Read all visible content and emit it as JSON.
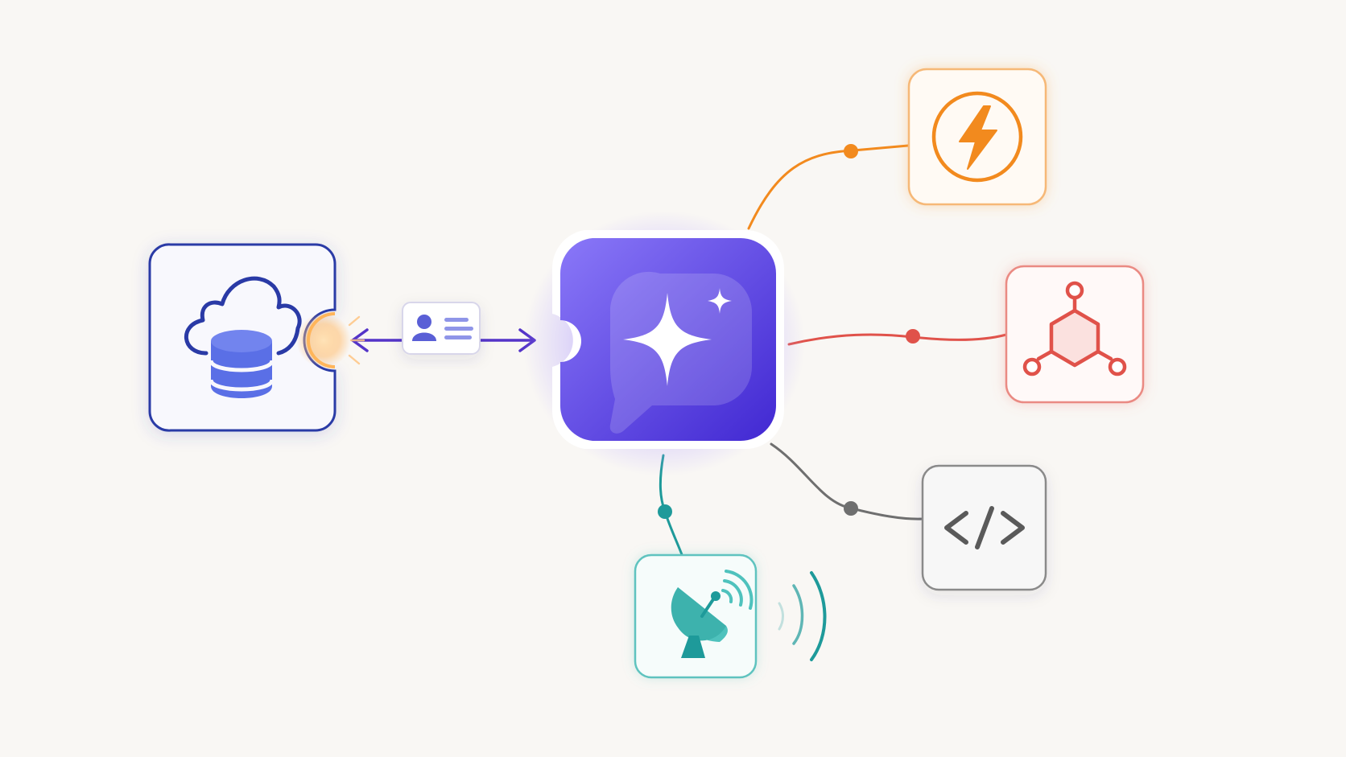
{
  "colors": {
    "background": "#f9f7f4",
    "hub_gradient_start": "#8a78f8",
    "hub_gradient_end": "#4128d2",
    "hub_glow": "#b7a6ff",
    "indigo": "#2a3aa6",
    "database": "#5a6fe6",
    "plug_glow": "#ffc27a",
    "arrow": "#5434c8",
    "orange": "#f28a1e",
    "red": "#e0524a",
    "gray": "#6f6f6f",
    "teal": "#1e9a9a",
    "teal_light": "#4fc2bd"
  },
  "nodes": [
    {
      "name": "hub",
      "icon": "sparkle-chat-icon"
    },
    {
      "name": "cloud-database",
      "icon": "cloud-database-icon"
    },
    {
      "name": "identity-card",
      "icon": "id-card-icon"
    },
    {
      "name": "lightning",
      "icon": "lightning-icon"
    },
    {
      "name": "molecule",
      "icon": "molecule-icon"
    },
    {
      "name": "code",
      "icon": "code-icon"
    },
    {
      "name": "satellite",
      "icon": "satellite-dish-icon"
    }
  ],
  "connections": [
    {
      "from": "cloud-database",
      "to": "hub",
      "style": "double-arrow"
    },
    {
      "from": "hub",
      "to": "lightning",
      "color_key": "orange"
    },
    {
      "from": "hub",
      "to": "molecule",
      "color_key": "red"
    },
    {
      "from": "hub",
      "to": "code",
      "color_key": "gray"
    },
    {
      "from": "hub",
      "to": "satellite",
      "color_key": "teal"
    }
  ]
}
